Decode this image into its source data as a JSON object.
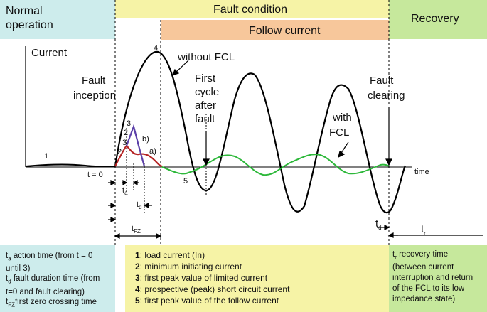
{
  "headers": {
    "normal": [
      "Normal",
      "operation"
    ],
    "fault": "Fault condition",
    "follow": "Follow current",
    "recovery": "Recovery"
  },
  "plot": {
    "ylabel": "Current",
    "xlabel": "time",
    "fault_inception": [
      "Fault",
      "inception"
    ],
    "without_fcl": "without FCL",
    "first_cycle": [
      "First",
      "cycle",
      "after",
      "fault"
    ],
    "fault_clearing": [
      "Fault",
      "clearing"
    ],
    "with_fcl": [
      "with",
      "FCL"
    ],
    "t0": "t = 0",
    "marks": {
      "m1": "1",
      "m2a": "2",
      "m2b": "2",
      "m3a": "3",
      "m3b": "3",
      "m4": "4",
      "m5": "5",
      "a": "a)",
      "b": "b)"
    },
    "ta": "t",
    "ta_sub": "a",
    "tdd": "t",
    "tdd_sub": "d",
    "tfz": "t",
    "tfz_sub": "FZ",
    "td": "t",
    "td_sub": "d",
    "tr": "t",
    "tr_sub": "r"
  },
  "legend_left": [
    {
      "pre": "t",
      "sub": "a",
      "text": " action time (from t = 0"
    },
    {
      "pre": "",
      "sub": "",
      "text": "until 3)"
    },
    {
      "pre": "t",
      "sub": "d",
      "text": " fault duration time (from"
    },
    {
      "pre": "",
      "sub": "",
      "text": "t=0 and fault clearing)"
    },
    {
      "pre": "t",
      "sub": "FZ",
      "text": "first zero crossing time"
    }
  ],
  "legend_mid": [
    {
      "num": "1",
      "text": ": load current (In)"
    },
    {
      "num": "2",
      "text": ": minimum initiating current"
    },
    {
      "num": "3",
      "text": ": first peak value of limited current"
    },
    {
      "num": "4",
      "text": ": prospective (peak) short circuit current"
    },
    {
      "num": "5",
      "text": ": first peak value of the follow current"
    }
  ],
  "legend_right": [
    {
      "pre": "t",
      "sub": "r",
      "text": " recovery time"
    },
    {
      "pre": "",
      "sub": "",
      "text": "(between current"
    },
    {
      "pre": "",
      "sub": "",
      "text": "interruption and return"
    },
    {
      "pre": "",
      "sub": "",
      "text": "of the FCL to its low"
    },
    {
      "pre": "",
      "sub": "",
      "text": "impedance state)"
    }
  ],
  "colors": {
    "normal": "#cdecec",
    "fault": "#f6f3a6",
    "follow": "#f7c79b",
    "recovery": "#c6e89c",
    "without_fcl": "#000000",
    "with_fcl": "#2db83a",
    "curve_a": "#b52424",
    "curve_b": "#5b3fa8"
  }
}
